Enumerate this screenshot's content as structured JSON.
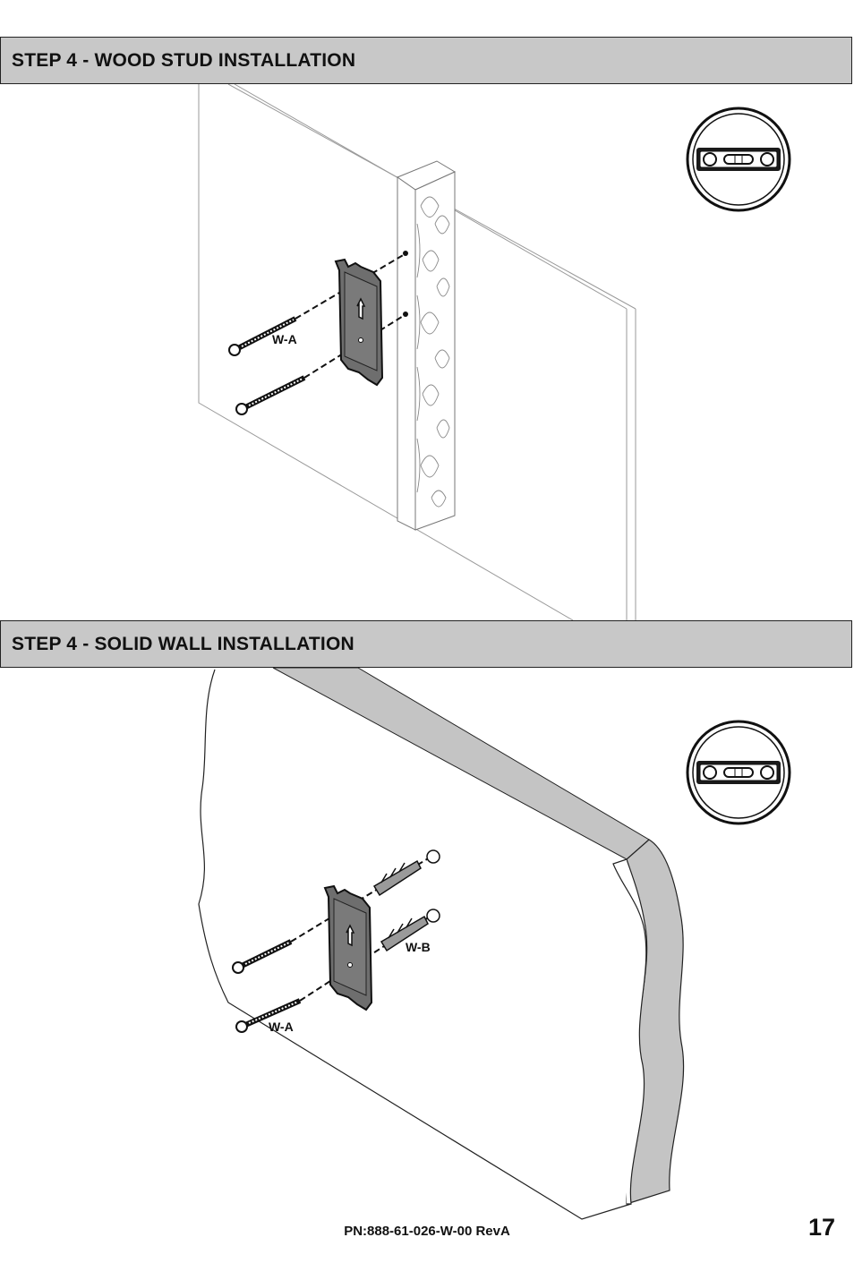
{
  "steps": [
    {
      "title": "STEP 4 - WOOD STUD INSTALLATION",
      "labels": {
        "screw": "W-A"
      }
    },
    {
      "title": "STEP 4 - SOLID WALL INSTALLATION",
      "labels": {
        "screw": "W-A",
        "anchor": "W-B"
      }
    }
  ],
  "icons": [
    "level-icon",
    "screw-icon",
    "anchor-icon",
    "wall-plate-icon",
    "arrow-up-icon"
  ],
  "colors": {
    "header_bg": "#c8c8c8",
    "part_gray": "#6e6e6e",
    "wall_edge": "#c4c4c4"
  },
  "footer": {
    "part_number": "PN:888-61-026-W-00 RevA",
    "page_number": "17"
  }
}
